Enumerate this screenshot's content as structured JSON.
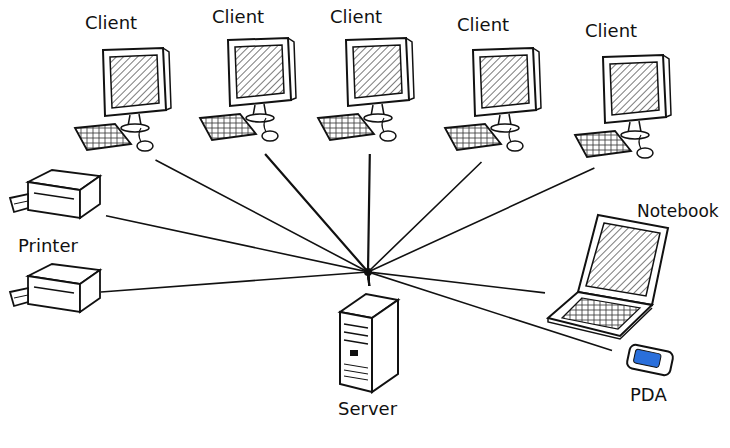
{
  "diagram": {
    "nodes": [
      {
        "text": [
          "Client"
        ]
      },
      {
        "text": [
          "Client"
        ]
      },
      {
        "text": [
          "Client"
        ]
      },
      {
        "text": [
          "Client"
        ]
      },
      {
        "text": [
          "Client"
        ]
      },
      {
        "text": [
          "Notebook"
        ]
      },
      {
        "text": [
          "Printer"
        ]
      },
      {
        "text": [
          "Server"
        ]
      },
      {
        "text": [
          "PDA"
        ]
      }
    ],
    "edges": [
      {
        "from": 0,
        "to": 7,
        "arrow": "none"
      },
      {
        "from": 1,
        "to": 7,
        "arrow": "none"
      },
      {
        "from": 2,
        "to": 7,
        "arrow": "none"
      },
      {
        "from": 3,
        "to": 7,
        "arrow": "none"
      },
      {
        "from": 4,
        "to": 7,
        "arrow": "none"
      },
      {
        "from": 5,
        "to": 7,
        "arrow": "none"
      },
      {
        "from": 6,
        "to": 7,
        "arrow": "none"
      },
      {
        "from": 8,
        "to": 7,
        "arrow": "none"
      }
    ]
  }
}
